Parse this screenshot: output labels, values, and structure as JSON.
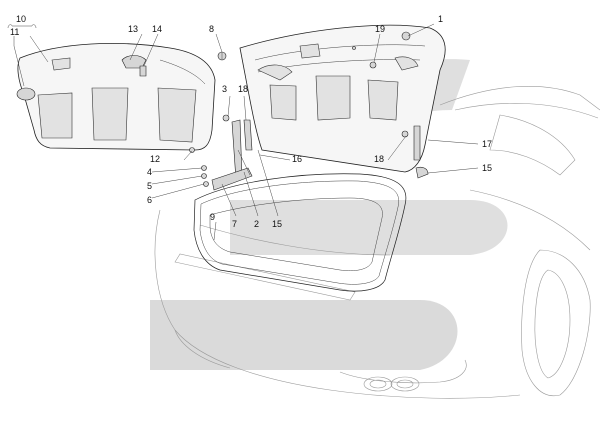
{
  "callouts": [
    {
      "id": "10",
      "text": "10"
    },
    {
      "id": "11",
      "text": "11"
    },
    {
      "id": "13",
      "text": "13"
    },
    {
      "id": "14",
      "text": "14"
    },
    {
      "id": "8",
      "text": "8"
    },
    {
      "id": "19",
      "text": "19"
    },
    {
      "id": "1",
      "text": "1"
    },
    {
      "id": "3",
      "text": "3"
    },
    {
      "id": "18a",
      "text": "18"
    },
    {
      "id": "12",
      "text": "12"
    },
    {
      "id": "16",
      "text": "16"
    },
    {
      "id": "17",
      "text": "17"
    },
    {
      "id": "18b",
      "text": "18"
    },
    {
      "id": "15a",
      "text": "15"
    },
    {
      "id": "4",
      "text": "4"
    },
    {
      "id": "5",
      "text": "5"
    },
    {
      "id": "6",
      "text": "6"
    },
    {
      "id": "7",
      "text": "7"
    },
    {
      "id": "2",
      "text": "2"
    },
    {
      "id": "15b",
      "text": "15"
    },
    {
      "id": "9",
      "text": "9"
    }
  ]
}
